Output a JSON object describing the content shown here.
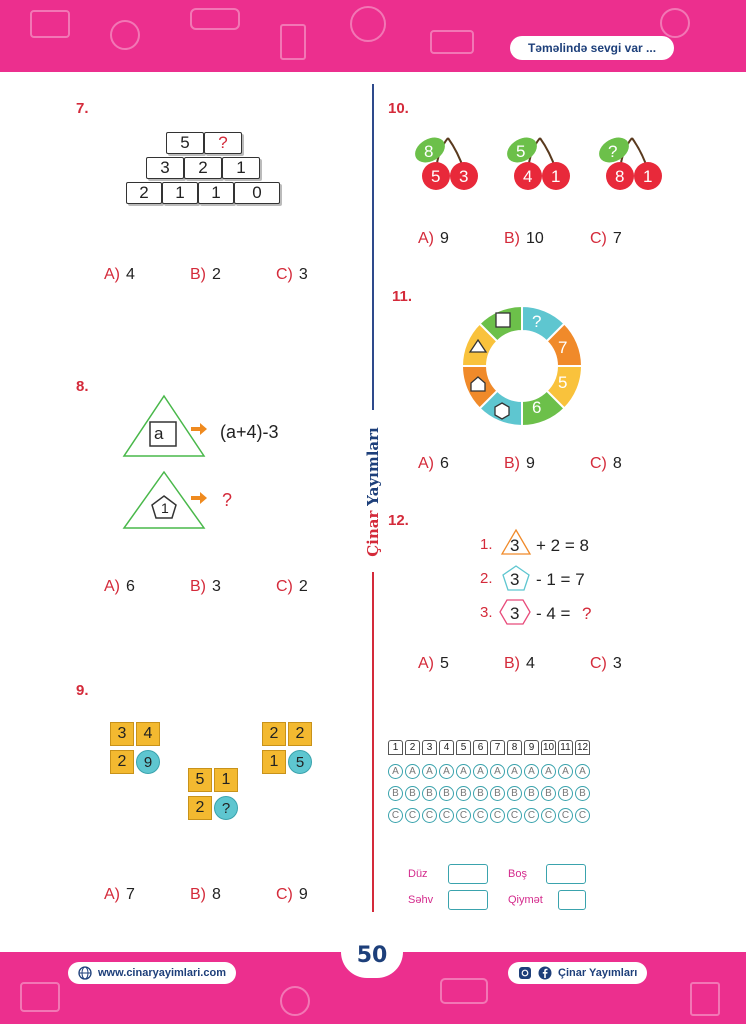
{
  "header": {
    "tagline": "Təməlində sevgi var ..."
  },
  "page_number": "50",
  "footer": {
    "website": "www.cinaryayimlari.com",
    "social": "Çinar Yayımları"
  },
  "side_brand": {
    "part1": "Çinar",
    "part2": "Yayımları"
  },
  "q7": {
    "number": "7.",
    "rows": [
      [
        "5",
        "?"
      ],
      [
        "3",
        "2",
        "1"
      ],
      [
        "2",
        "1",
        "1",
        "0"
      ]
    ],
    "answers": [
      {
        "l": "A)",
        "v": "4"
      },
      {
        "l": "B)",
        "v": "2"
      },
      {
        "l": "C)",
        "v": "3"
      }
    ]
  },
  "q8": {
    "number": "8.",
    "top_inner": "a",
    "top_expr": "(a+4)-3",
    "bottom_inner": "1",
    "bottom_expr": "?",
    "answers": [
      {
        "l": "A)",
        "v": "6"
      },
      {
        "l": "B)",
        "v": "3"
      },
      {
        "l": "C)",
        "v": "2"
      }
    ]
  },
  "q9": {
    "number": "9.",
    "g1": [
      "3",
      "4",
      "2",
      "9"
    ],
    "g2": [
      "5",
      "1",
      "2",
      "?"
    ],
    "g3": [
      "2",
      "2",
      "1",
      "5"
    ],
    "answers": [
      {
        "l": "A)",
        "v": "7"
      },
      {
        "l": "B)",
        "v": "8"
      },
      {
        "l": "C)",
        "v": "9"
      }
    ]
  },
  "q10": {
    "number": "10.",
    "cherries": [
      {
        "leaf": "8",
        "left": "5",
        "right": "3"
      },
      {
        "leaf": "5",
        "left": "4",
        "right": "1"
      },
      {
        "leaf": "?",
        "left": "8",
        "right": "1"
      }
    ],
    "answers": [
      {
        "l": "A)",
        "v": "9"
      },
      {
        "l": "B)",
        "v": "10"
      },
      {
        "l": "C)",
        "v": "7"
      }
    ]
  },
  "q11": {
    "number": "11.",
    "segments": [
      "?",
      "7",
      "5",
      "6"
    ],
    "answers": [
      {
        "l": "A)",
        "v": "6"
      },
      {
        "l": "B)",
        "v": "9"
      },
      {
        "l": "C)",
        "v": "8"
      }
    ]
  },
  "q12": {
    "number": "12.",
    "lines": [
      {
        "n": "1.",
        "v": "3",
        "rest": "+ 2 = 8"
      },
      {
        "n": "2.",
        "v": "3",
        "rest": "- 1 = 7"
      },
      {
        "n": "3.",
        "v": "3",
        "rest": "- 4 ="
      }
    ],
    "last_q": "?",
    "answers": [
      {
        "l": "A)",
        "v": "5"
      },
      {
        "l": "B)",
        "v": "4"
      },
      {
        "l": "C)",
        "v": "3"
      }
    ]
  },
  "answer_sheet": {
    "numbers": [
      "1",
      "2",
      "3",
      "4",
      "5",
      "6",
      "7",
      "8",
      "9",
      "10",
      "11",
      "12"
    ],
    "options": [
      "A",
      "B",
      "C"
    ]
  },
  "score": {
    "correct": "Düz",
    "empty": "Boş",
    "wrong": "Səhv",
    "grade": "Qiymət"
  },
  "colors": {
    "pink": "#ec2f8e",
    "red": "#d42a3a",
    "navy": "#1d3f7a"
  }
}
